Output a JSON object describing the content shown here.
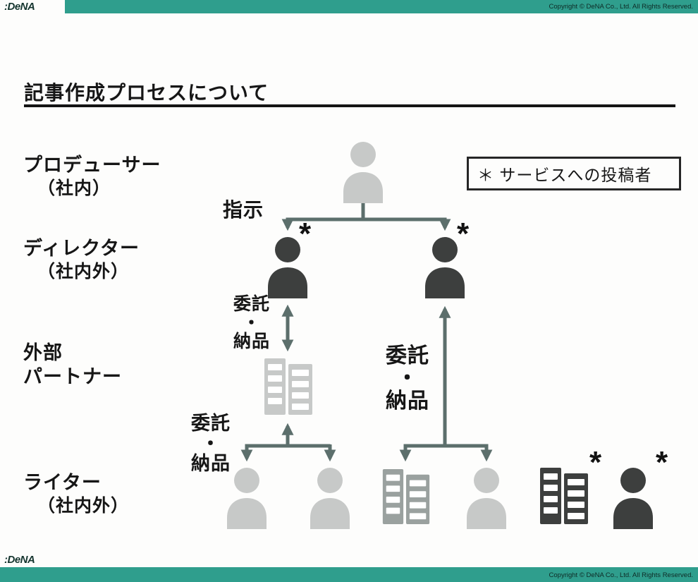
{
  "colors": {
    "teal": "#2f9e8d",
    "bar_text": "#0e2b26",
    "icon_light": "#c7c9c8",
    "icon_mid": "#9aa19f",
    "icon_dark": "#3d3f3e",
    "arrow": "#5c6f6c",
    "text": "#161616"
  },
  "header": {
    "logo_text": ":DeNA",
    "copyright": "Copyright © DeNA Co., Ltd. All Rights Reserved."
  },
  "footer": {
    "logo_text": ":DeNA",
    "copyright": "Copyright © DeNA Co., Ltd. All Rights Reserved."
  },
  "title": "記事作成プロセスについて",
  "roles": {
    "producer": {
      "line1": "プロデューサー",
      "line2": "（社内）"
    },
    "director": {
      "line1": "ディレクター",
      "line2": "（社内外）"
    },
    "partner": {
      "line1": "外部",
      "line2": "パートナー"
    },
    "writer": {
      "line1": "ライター",
      "line2": "（社内外）"
    }
  },
  "legend": {
    "text": "＊ サービスへの投稿者"
  },
  "flow_labels": {
    "instruction": "指示",
    "consign_upper": "委託\n・\n納品",
    "consign_right": "委託\n・\n納品",
    "consign_lower": "委託\n・\n納品"
  },
  "marks": {
    "asterisk": "*"
  },
  "diagram": {
    "nodes": [
      {
        "id": "producer",
        "icon": "person",
        "tone": "light",
        "marked": false
      },
      {
        "id": "director-left",
        "icon": "person",
        "tone": "dark",
        "marked": true
      },
      {
        "id": "director-right",
        "icon": "person",
        "tone": "dark",
        "marked": true
      },
      {
        "id": "partner-building",
        "icon": "building",
        "tone": "light",
        "marked": false
      },
      {
        "id": "writer-person-1",
        "icon": "person",
        "tone": "light",
        "marked": false
      },
      {
        "id": "writer-person-2",
        "icon": "person",
        "tone": "light",
        "marked": false
      },
      {
        "id": "writer-building",
        "icon": "building",
        "tone": "mid",
        "marked": false
      },
      {
        "id": "writer-person-3",
        "icon": "person",
        "tone": "light",
        "marked": false
      },
      {
        "id": "poster-building-dark",
        "icon": "building",
        "tone": "dark",
        "marked": true
      },
      {
        "id": "poster-person-dark",
        "icon": "person",
        "tone": "dark",
        "marked": true
      }
    ]
  }
}
